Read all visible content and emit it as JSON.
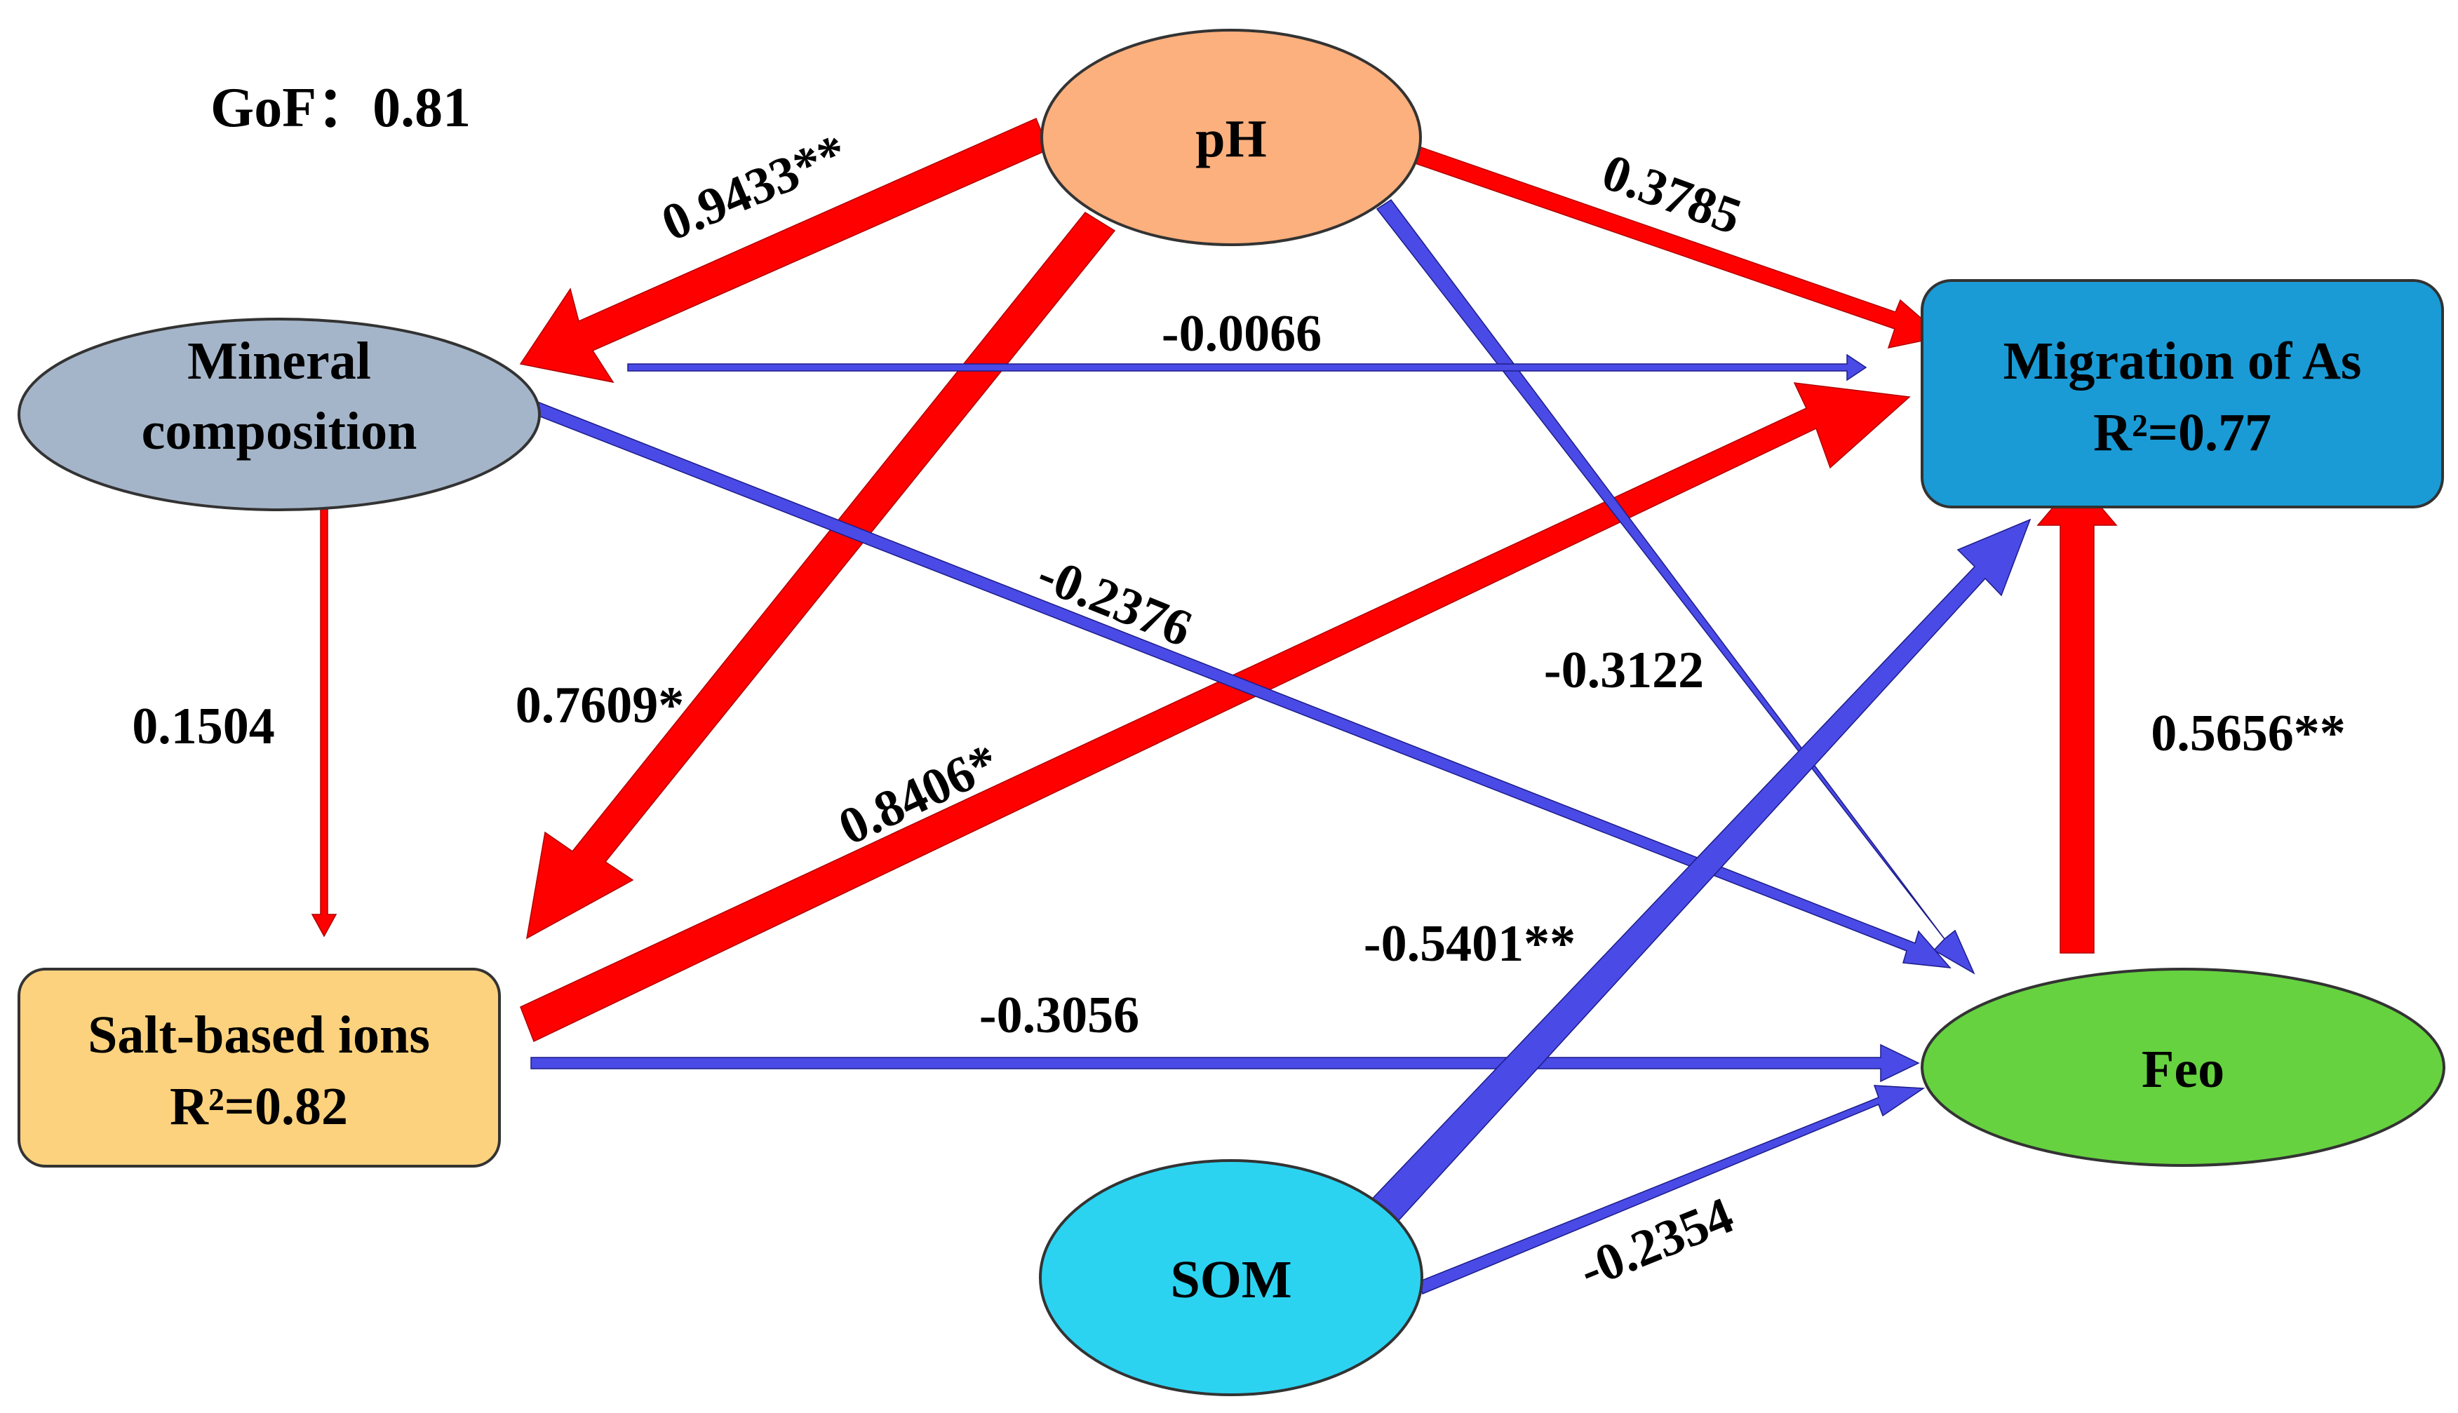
{
  "gof": "GoF：0.81",
  "colors": {
    "positive_path": "#ff0000",
    "negative_path": "#4a4ae6",
    "path_outline": "#1c1c8a",
    "node_stroke": "#333333"
  },
  "nodes": {
    "ph": {
      "label": "pH",
      "color": "#fbb07e"
    },
    "mineral": {
      "line1": "Mineral",
      "line2": "composition",
      "color": "#a5b5c9"
    },
    "migration": {
      "line1": "Migration of As",
      "line2": "R²=0.77",
      "color": "#1a9bd6"
    },
    "salt": {
      "line1": "Salt-based ions",
      "line2": "R²=0.82",
      "color": "#fdd27e"
    },
    "feo": {
      "label": "Feo",
      "color": "#66d240"
    },
    "som": {
      "label": "SOM",
      "color": "#2cd3f1"
    }
  },
  "paths": [
    {
      "id": "ph-mineral",
      "from": "pH",
      "to": "Mineral composition",
      "coefficient": "0.9433**",
      "sign": "positive"
    },
    {
      "id": "ph-migration",
      "from": "pH",
      "to": "Migration of As",
      "coefficient": "0.3785",
      "sign": "positive"
    },
    {
      "id": "ph-salt",
      "from": "pH",
      "to": "Salt-based ions",
      "coefficient": "0.7609*",
      "sign": "positive"
    },
    {
      "id": "ph-feo",
      "from": "pH",
      "to": "Feo",
      "coefficient": "-0.3122",
      "sign": "negative"
    },
    {
      "id": "mineral-migration",
      "from": "Mineral composition",
      "to": "Migration of As",
      "coefficient": "-0.0066",
      "sign": "negative"
    },
    {
      "id": "mineral-feo",
      "from": "Mineral composition",
      "to": "Feo",
      "coefficient": "-0.2376",
      "sign": "negative"
    },
    {
      "id": "mineral-salt",
      "from": "Mineral composition",
      "to": "Salt-based ions",
      "coefficient": "0.1504",
      "sign": "positive"
    },
    {
      "id": "salt-migration",
      "from": "Salt-based ions",
      "to": "Migration of As",
      "coefficient": "0.8406*",
      "sign": "positive"
    },
    {
      "id": "salt-feo",
      "from": "Salt-based ions",
      "to": "Feo",
      "coefficient": "-0.3056",
      "sign": "negative"
    },
    {
      "id": "som-migration",
      "from": "SOM",
      "to": "Migration of As",
      "coefficient": "-0.5401**",
      "sign": "negative"
    },
    {
      "id": "som-feo",
      "from": "SOM",
      "to": "Feo",
      "coefficient": "-0.2354",
      "sign": "negative"
    },
    {
      "id": "feo-migration",
      "from": "Feo",
      "to": "Migration of As",
      "coefficient": "0.5656**",
      "sign": "positive"
    }
  ]
}
